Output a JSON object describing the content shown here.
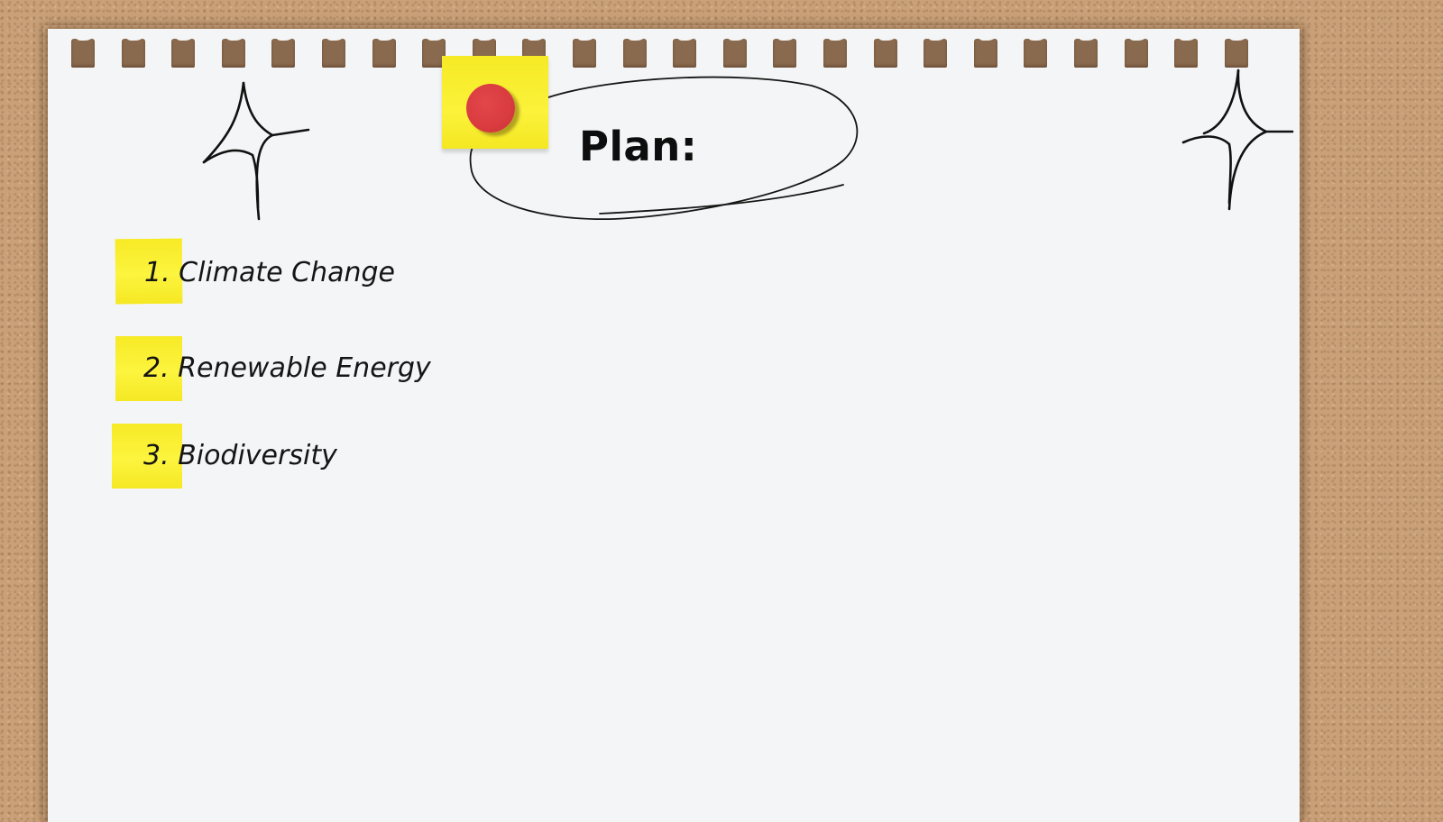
{
  "slide": {
    "title": "Plan:",
    "items": [
      {
        "label": "1. Climate Change"
      },
      {
        "label": "2. Renewable Energy"
      },
      {
        "label": "3. Biodiversity"
      }
    ],
    "decorations": {
      "left_star_icon": "four-point-sparkle",
      "right_star_icon": "four-point-sparkle",
      "pin_icon": "red-push-pin",
      "title_circle": "hand-drawn-ellipse"
    },
    "colors": {
      "corkboard": "#c9a078",
      "paper": "#f4f5f6",
      "sticky_note": "#f9ef2b",
      "pin": "#d93b3f",
      "text": "#151515"
    },
    "hole_count": 24
  }
}
